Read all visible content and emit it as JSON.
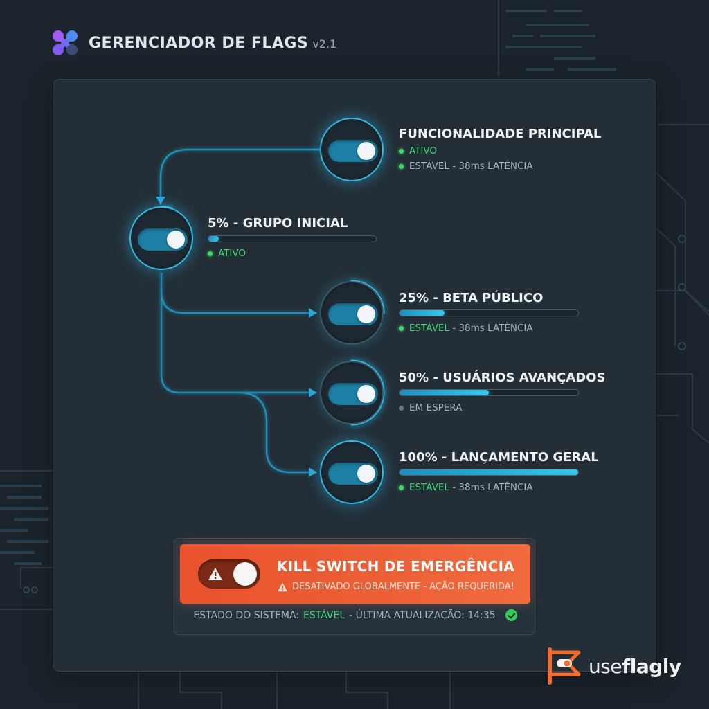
{
  "header": {
    "title": "GERENCIADOR DE FLAGS",
    "version": "v2.1",
    "logo_icon": "molecule-logo-icon"
  },
  "flags": [
    {
      "title": "FUNCIONALIDADE PRINCIPAL",
      "status_line_1": "ATIVO",
      "status_line_2_label": "ESTÁVEL",
      "status_line_2_rest": " - 38ms LATÊNCIA",
      "enabled": true
    },
    {
      "title": "5% - GRUPO INICIAL",
      "progress": 0.05,
      "status_label": "ATIVO",
      "status_rest": "",
      "status_color": "green",
      "enabled": true
    },
    {
      "title": "25% - BETA PÚBLICO",
      "progress": 0.25,
      "status_label": "ESTÁVEL",
      "status_rest": " - 38ms LATÊNCIA",
      "status_color": "green",
      "enabled": true
    },
    {
      "title": "50% - USUÁRIOS AVANÇADOS",
      "progress": 0.5,
      "status_label": "EM ESPERA",
      "status_rest": "",
      "status_color": "gray",
      "enabled": true
    },
    {
      "title": "100% - LANÇAMENTO GERAL",
      "progress": 1.0,
      "status_label": "ESTÁVEL",
      "status_rest": " - 38ms LATÊNCIA",
      "status_color": "green",
      "enabled": true
    }
  ],
  "kill_switch": {
    "title": "KILL SWITCH DE EMERGÊNCIA",
    "subtitle": "DESATIVADO GLOBALMENTE - AÇÃO REQUERIDA!",
    "icon": "warning-triangle-icon",
    "enabled": true
  },
  "system_status": {
    "prefix": "ESTADO DO SISTEMA:",
    "state": "ESTÁVEL",
    "suffix": "- ÚLTIMA ATUALIZAÇÃO: 14:35",
    "icon": "check-circle-icon"
  },
  "brand": {
    "name_light": "use",
    "name_bold": "flagly"
  },
  "colors": {
    "background": "#1b242c",
    "panel": "#232e37",
    "accent": "#33b8e0",
    "toggle_on": "#1d7fa3",
    "status_green": "#45d775",
    "kill_orange": "#ee5f34",
    "brand_orange": "#f26a2c"
  }
}
